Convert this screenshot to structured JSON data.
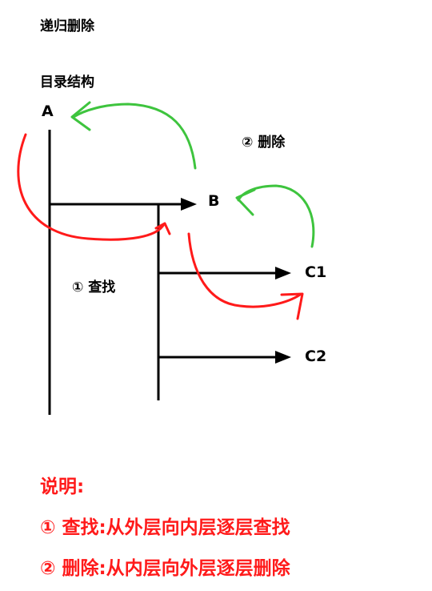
{
  "title": "递归删除",
  "subtitle": "目录结构",
  "nodes": {
    "a": "A",
    "b": "B",
    "c1": "C1",
    "c2": "C2"
  },
  "steps": {
    "find": "① 查找",
    "delete": "② 删除"
  },
  "notes": {
    "heading": "说明:",
    "find": "① 查找:从外层向内层逐层查找",
    "delete": "② 删除:从内层向外层逐层删除"
  },
  "colors": {
    "tree": "#000000",
    "find_arrow": "#ff1a1a",
    "delete_arrow": "#3ec43e",
    "note_text": "#ff1a1a"
  }
}
